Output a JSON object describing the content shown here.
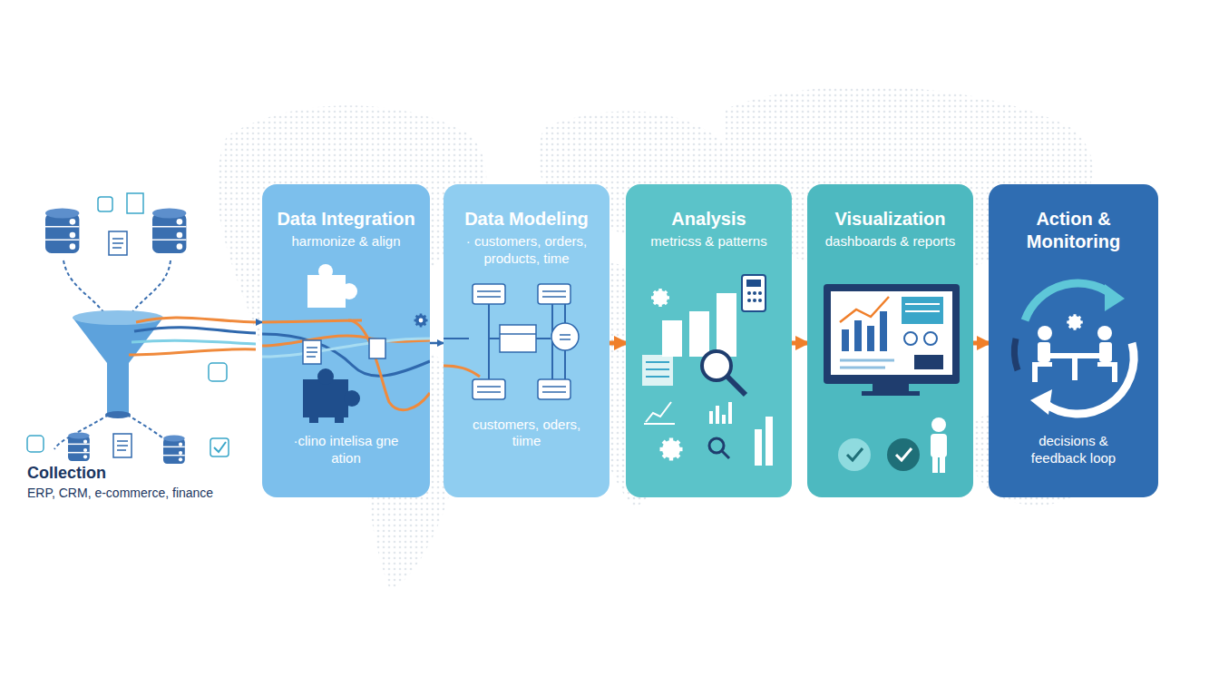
{
  "diagram": {
    "nodes": [
      {
        "text": [
          "Collection",
          "ERP, CRM, e-commerce, finance"
        ]
      },
      {
        "text": [
          "Data Integration",
          "harmonize & align",
          "·clino intelisa gne ation"
        ]
      },
      {
        "text": [
          "Data Modeling",
          "· customers, orders, products, time",
          "customers, oders, tiime"
        ]
      },
      {
        "text": [
          "Analysis",
          "metricss & patterns"
        ]
      },
      {
        "text": [
          "Visualization",
          "dashboards & reports"
        ]
      },
      {
        "text": [
          "Action & Monitoring",
          "decisions & feedback loop"
        ]
      }
    ],
    "edges": [
      {
        "from": 0,
        "to": 1,
        "arrow": "to"
      },
      {
        "from": 1,
        "to": 2,
        "arrow": "to"
      },
      {
        "from": 2,
        "to": 3,
        "arrow": "to"
      },
      {
        "from": 3,
        "to": 4,
        "arrow": "to"
      },
      {
        "from": 4,
        "to": 5,
        "arrow": "to"
      }
    ]
  }
}
